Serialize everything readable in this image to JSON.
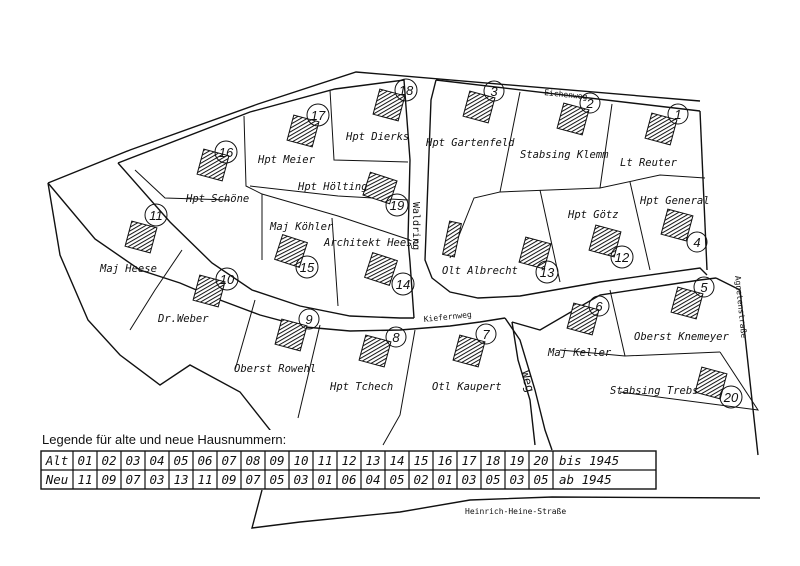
{
  "streets": {
    "eichenweg": "Eichenweg",
    "waldring": "Waldring",
    "kiefernweg": "Kiefernweg",
    "weg": "Weg",
    "agnetenstrasse": "Agnetenstraße",
    "heinrich_heine": "Heinrich-Heine-Straße"
  },
  "houses": [
    {
      "num": "1",
      "owner": "Lt Reuter"
    },
    {
      "num": "2",
      "owner": "Stabsing Klemm"
    },
    {
      "num": "3",
      "owner": "Hpt Gartenfeld"
    },
    {
      "num": "4",
      "owner": "Hpt General"
    },
    {
      "num": "5",
      "owner": "Oberst Knemeyer"
    },
    {
      "num": "6",
      "owner": "Maj Keller"
    },
    {
      "num": "7",
      "owner": "Otl Kaupert"
    },
    {
      "num": "8",
      "owner": "Hpt Tchech"
    },
    {
      "num": "9",
      "owner": "Oberst Rowehl"
    },
    {
      "num": "10",
      "owner": "Dr.Weber"
    },
    {
      "num": "11",
      "owner": "Maj Heese"
    },
    {
      "num": "12",
      "owner": "Hpt Götz"
    },
    {
      "num": "13",
      "owner": "Olt Albrecht"
    },
    {
      "num": "14",
      "owner": "Architekt Heese"
    },
    {
      "num": "15",
      "owner": "Maj Köhler"
    },
    {
      "num": "16",
      "owner": "Hpt Schöne"
    },
    {
      "num": "17",
      "owner": "Hpt Meier"
    },
    {
      "num": "18",
      "owner": "Hpt Dierks"
    },
    {
      "num": "19",
      "owner": "Hpt Hölting"
    },
    {
      "num": "20",
      "owner": "Stabsing Trebs"
    }
  ],
  "legend": {
    "title": "Legende für alte und neue Hausnummern:",
    "alt_label": "Alt",
    "neu_label": "Neu",
    "alt": [
      "01",
      "02",
      "03",
      "04",
      "05",
      "06",
      "07",
      "08",
      "09",
      "10",
      "11",
      "12",
      "13",
      "14",
      "15",
      "16",
      "17",
      "18",
      "19",
      "20"
    ],
    "neu": [
      "11",
      "09",
      "07",
      "03",
      "13",
      "11",
      "09",
      "07",
      "05",
      "03",
      "01",
      "06",
      "04",
      "05",
      "02",
      "01",
      "03",
      "05",
      "03",
      "05"
    ],
    "alt_until": "bis 1945",
    "neu_from": "ab  1945"
  }
}
